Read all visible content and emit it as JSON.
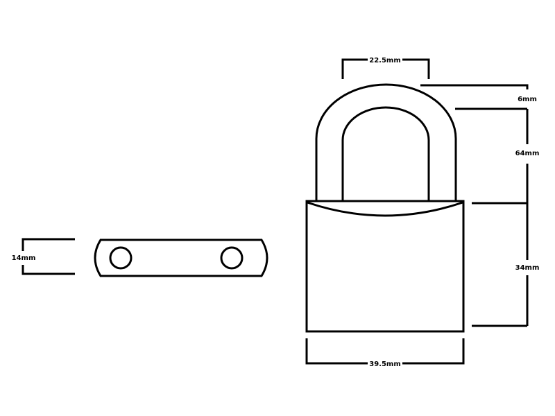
{
  "dimensions": {
    "shackle_width": "22.5mm",
    "shackle_thickness": "6mm",
    "shackle_height": "64mm",
    "body_height": "34mm",
    "body_width": "39.5mm",
    "plate_height": "14mm"
  },
  "colors": {
    "line": "#000000",
    "background": "#ffffff"
  }
}
